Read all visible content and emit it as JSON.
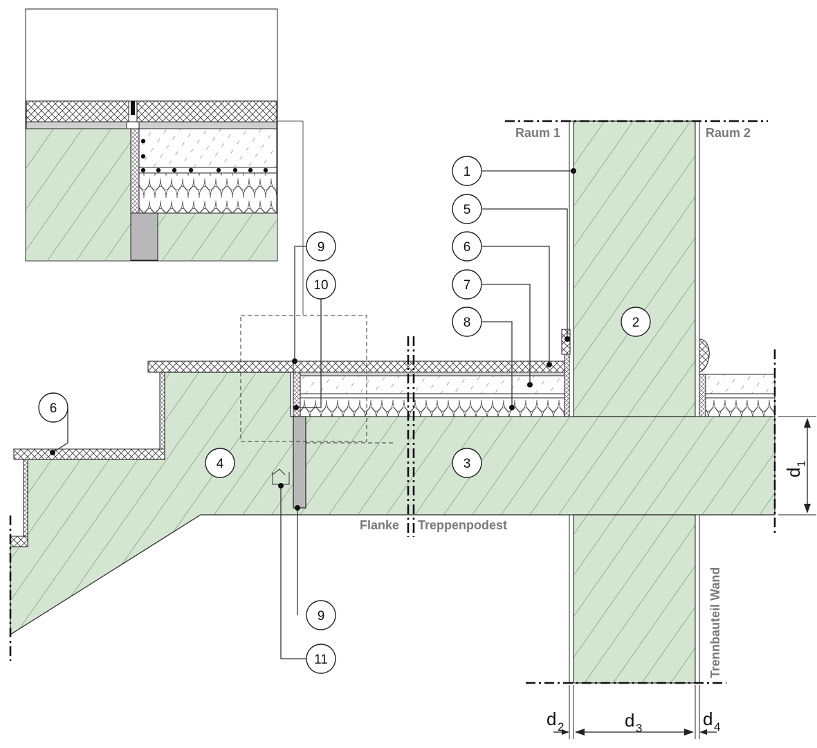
{
  "colors": {
    "concrete": "#d4e6d2",
    "hatch": "#4a6a4a",
    "outline": "#1a1a1a",
    "gap": "#b8b8b8",
    "label_text": "#7a7a7a"
  },
  "labels": {
    "room1": "Raum 1",
    "room2": "Raum 2",
    "flank": "Flanke",
    "landing": "Treppenpodest",
    "separating_wall": "Trennbauteil Wand"
  },
  "callouts": [
    "1",
    "5",
    "6",
    "7",
    "8",
    "2",
    "9",
    "10",
    "6",
    "4",
    "3",
    "9",
    "11"
  ],
  "dimensions": {
    "d1": {
      "main": "d",
      "sub": "1"
    },
    "d2": {
      "main": "d",
      "sub": "2"
    },
    "d3": {
      "main": "d",
      "sub": "3"
    },
    "d4": {
      "main": "d",
      "sub": "4"
    }
  }
}
